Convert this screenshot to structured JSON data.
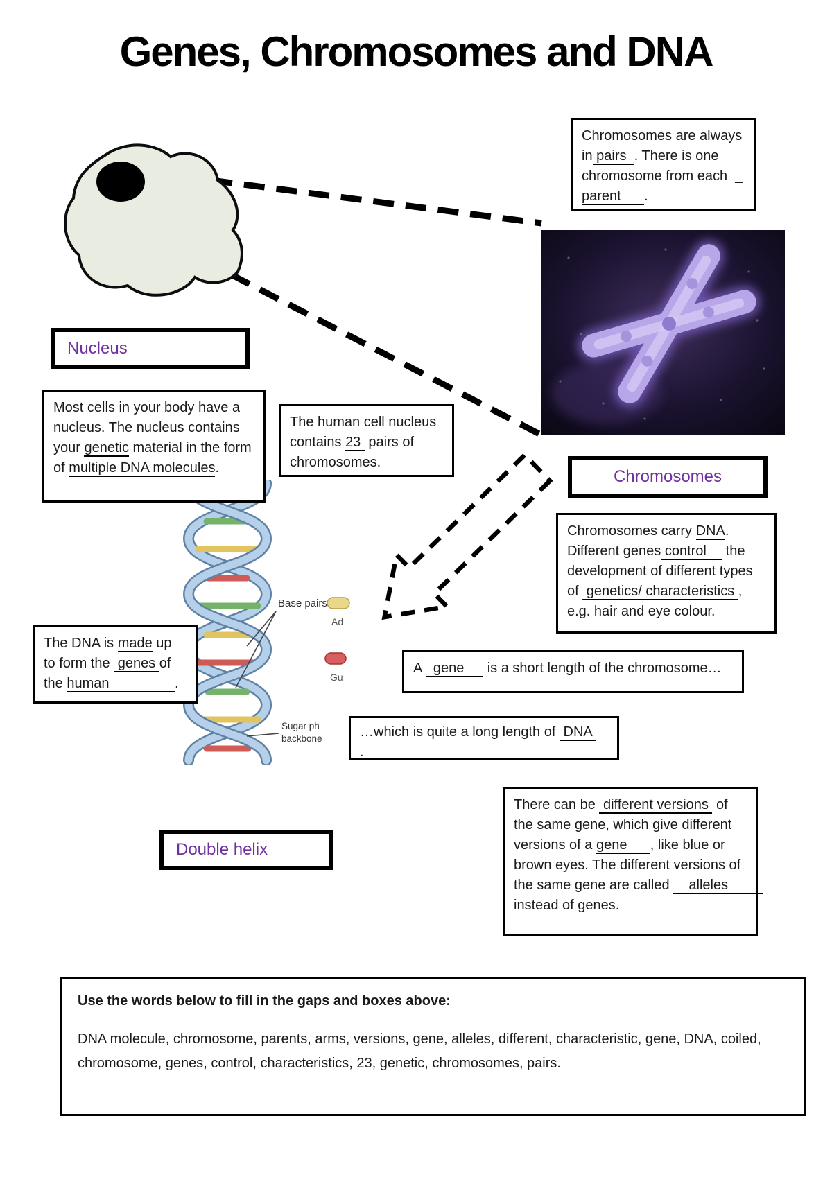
{
  "title": "Genes, Chromosomes and DNA",
  "label_boxes": {
    "nucleus": "Nucleus",
    "chromosomes": "Chromosomes",
    "double_helix": "Double helix"
  },
  "text_boxes": {
    "pairs": {
      "segments": [
        {
          "t": "Chromosomes are always in"
        },
        {
          "t": " pairs  ",
          "u": true
        },
        {
          "t": ". There is one chromosome from each  _ "
        },
        {
          "t": "parent      ",
          "u": true
        },
        {
          "t": "."
        }
      ]
    },
    "most_cells": {
      "segments": [
        {
          "t": "Most cells in your body have a nucleus. The nucleus contains your "
        },
        {
          "t": "genetic",
          "u": true
        },
        {
          "t": " material in the form of "
        },
        {
          "t": "multiple DNA molecules",
          "u": true
        },
        {
          "t": "."
        }
      ]
    },
    "nucleus_23": {
      "segments": [
        {
          "t": "The human cell nucleus contains "
        },
        {
          "t": "23 ",
          "u": true
        },
        {
          "t": " pairs of chromosomes."
        }
      ]
    },
    "carry_dna": {
      "segments": [
        {
          "t": "Chromosomes carry "
        },
        {
          "t": "DNA",
          "u": true
        },
        {
          "t": ". Different genes"
        },
        {
          "t": " control    ",
          "u": true
        },
        {
          "t": " the development of different types of "
        },
        {
          "t": " genetics/ characteristics ",
          "u": true
        },
        {
          "t": ", e.g. hair and eye colour."
        }
      ]
    },
    "dna_made": {
      "segments": [
        {
          "t": "The DNA is "
        },
        {
          "t": "made",
          "u": true
        },
        {
          "t": " up to form the "
        },
        {
          "t": " genes ",
          "u": true
        },
        {
          "t": "of the "
        },
        {
          "t": "human                 ",
          "u": true
        },
        {
          "t": "."
        }
      ]
    },
    "gene_short": {
      "segments": [
        {
          "t": "A "
        },
        {
          "t": "  gene     ",
          "u": true
        },
        {
          "t": " is a short length of the chromosome…"
        }
      ]
    },
    "long_length": {
      "segments": [
        {
          "t": "…which is quite a long length of "
        },
        {
          "t": " DNA ",
          "u": true
        },
        {
          "br": true
        },
        {
          "t": "."
        }
      ]
    },
    "versions": {
      "segments": [
        {
          "t": "There can be "
        },
        {
          "t": " different versions ",
          "u": true
        },
        {
          "t": " of the same gene, which give different versions of a "
        },
        {
          "t": "gene      ",
          "u": true
        },
        {
          "t": ", like blue or brown eyes. The different versions of the same gene are called "
        },
        {
          "t": "    alleles         ",
          "u": true
        },
        {
          "t": " instead of genes."
        }
      ]
    }
  },
  "diagram_labels": {
    "base_pairs": "Base pairs",
    "adenine": "Ad",
    "guanine": "Gu",
    "sugar_line1": "Sugar ph",
    "sugar_line2": "backbone"
  },
  "word_bank": {
    "heading": "Use the words below to fill in the gaps and boxes above:",
    "words": "DNA molecule, chromosome, parents, arms, versions, gene, alleles, different, characteristic, gene, DNA, coiled, chromosome, genes, control, characteristics, 23, genetic, chromosomes, pairs."
  },
  "colors": {
    "label_purple": "#7030a0"
  }
}
